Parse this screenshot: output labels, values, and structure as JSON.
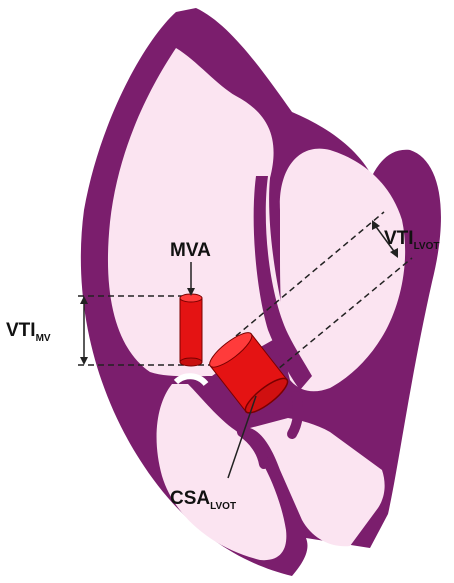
{
  "colors": {
    "wall": "#7b1e6d",
    "cavity": "#fbe4f1",
    "cylinder": "#e41313",
    "cylinder_edge": "#7a0000",
    "line": "#222222"
  },
  "labels": {
    "mva": "MVA",
    "vti_mv_main": "VTI",
    "vti_mv_sub": "MV",
    "vti_lvot_main": "VTI",
    "vti_lvot_sub": "LVOT",
    "csa_main": "CSA",
    "csa_sub": "LVOT"
  }
}
